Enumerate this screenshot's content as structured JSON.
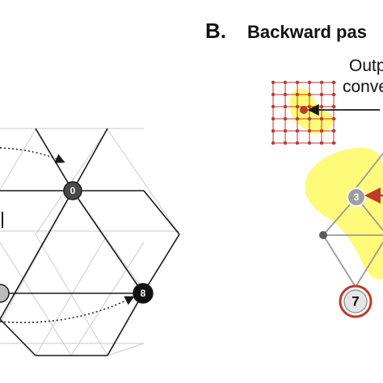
{
  "panel_b": {
    "letter": "B.",
    "title": "Backward pas",
    "label_line1": "Outp",
    "label_line2": "conve"
  },
  "nodes": {
    "n0": "0",
    "n8": "8",
    "n3": "3",
    "n7": "7"
  },
  "colors": {
    "highlight": "#fffa7a",
    "grid_red": "#c0392b",
    "arrow_red": "#c0392b",
    "light_edge": "#d4d4d4",
    "dark_edge": "#1a1a1a"
  }
}
